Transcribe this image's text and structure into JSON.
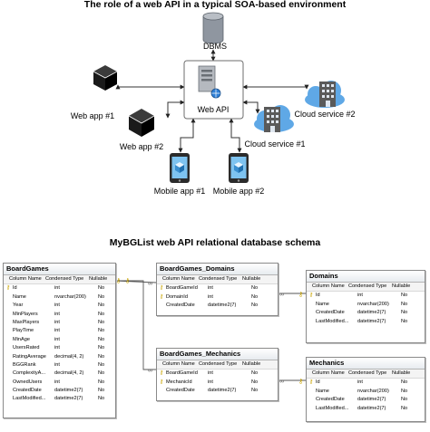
{
  "soa": {
    "title": "The role of a web API in a typical SOA-based environment",
    "nodes": {
      "dbms": "DBMS",
      "web_api": "Web API",
      "web_app_1": "Web app #1",
      "web_app_2": "Web app #2",
      "cloud_service_1": "Cloud service #1",
      "cloud_service_2": "Cloud service #2",
      "mobile_app_1": "Mobile app #1",
      "mobile_app_2": "Mobile app #2"
    },
    "icons": {
      "dbms": "database-icon",
      "web_api": "server-icon",
      "web_app": "cube-icon",
      "cloud_service": "cloud-building-icon",
      "mobile_app": "smartphone-icon"
    }
  },
  "schema": {
    "title": "MyBGList web API relational database schema",
    "column_headers": {
      "name": "Column Name",
      "type": "Condensed Type",
      "nullable": "Nullable"
    },
    "tables": {
      "boardgames": {
        "name": "BoardGames",
        "rows": [
          {
            "key": true,
            "name": "Id",
            "type": "int",
            "nullable": "No"
          },
          {
            "key": false,
            "name": "Name",
            "type": "nvarchar(200)",
            "nullable": "No"
          },
          {
            "key": false,
            "name": "Year",
            "type": "int",
            "nullable": "No"
          },
          {
            "key": false,
            "name": "MinPlayers",
            "type": "int",
            "nullable": "No"
          },
          {
            "key": false,
            "name": "MaxPlayers",
            "type": "int",
            "nullable": "No"
          },
          {
            "key": false,
            "name": "PlayTime",
            "type": "int",
            "nullable": "No"
          },
          {
            "key": false,
            "name": "MinAge",
            "type": "int",
            "nullable": "No"
          },
          {
            "key": false,
            "name": "UsersRated",
            "type": "int",
            "nullable": "No"
          },
          {
            "key": false,
            "name": "RatingAverage",
            "type": "decimal(4, 2)",
            "nullable": "No"
          },
          {
            "key": false,
            "name": "BGGRank",
            "type": "int",
            "nullable": "No"
          },
          {
            "key": false,
            "name": "ComplexityA...",
            "type": "decimal(4, 2)",
            "nullable": "No"
          },
          {
            "key": false,
            "name": "OwnedUsers",
            "type": "int",
            "nullable": "No"
          },
          {
            "key": false,
            "name": "CreatedDate",
            "type": "datetime2(7)",
            "nullable": "No"
          },
          {
            "key": false,
            "name": "LastModified...",
            "type": "datetime2(7)",
            "nullable": "No"
          }
        ]
      },
      "boardgames_domains": {
        "name": "BoardGames_Domains",
        "rows": [
          {
            "key": true,
            "name": "BoardGameId",
            "type": "int",
            "nullable": "No"
          },
          {
            "key": true,
            "name": "DomainId",
            "type": "int",
            "nullable": "No"
          },
          {
            "key": false,
            "name": "CreatedDate",
            "type": "datetime2(7)",
            "nullable": "No"
          }
        ]
      },
      "boardgames_mechanics": {
        "name": "BoardGames_Mechanics",
        "rows": [
          {
            "key": true,
            "name": "BoardGameId",
            "type": "int",
            "nullable": "No"
          },
          {
            "key": true,
            "name": "MechanicId",
            "type": "int",
            "nullable": "No"
          },
          {
            "key": false,
            "name": "CreatedDate",
            "type": "datetime2(7)",
            "nullable": "No"
          }
        ]
      },
      "domains": {
        "name": "Domains",
        "rows": [
          {
            "key": true,
            "name": "Id",
            "type": "int",
            "nullable": "No"
          },
          {
            "key": false,
            "name": "Name",
            "type": "nvarchar(200)",
            "nullable": "No"
          },
          {
            "key": false,
            "name": "CreatedDate",
            "type": "datetime2(7)",
            "nullable": "No"
          },
          {
            "key": false,
            "name": "LastModified...",
            "type": "datetime2(7)",
            "nullable": "No"
          }
        ]
      },
      "mechanics": {
        "name": "Mechanics",
        "rows": [
          {
            "key": true,
            "name": "Id",
            "type": "int",
            "nullable": "No"
          },
          {
            "key": false,
            "name": "Name",
            "type": "nvarchar(200)",
            "nullable": "No"
          },
          {
            "key": false,
            "name": "CreatedDate",
            "type": "datetime2(7)",
            "nullable": "No"
          },
          {
            "key": false,
            "name": "LastModified...",
            "type": "datetime2(7)",
            "nullable": "No"
          }
        ]
      }
    }
  }
}
